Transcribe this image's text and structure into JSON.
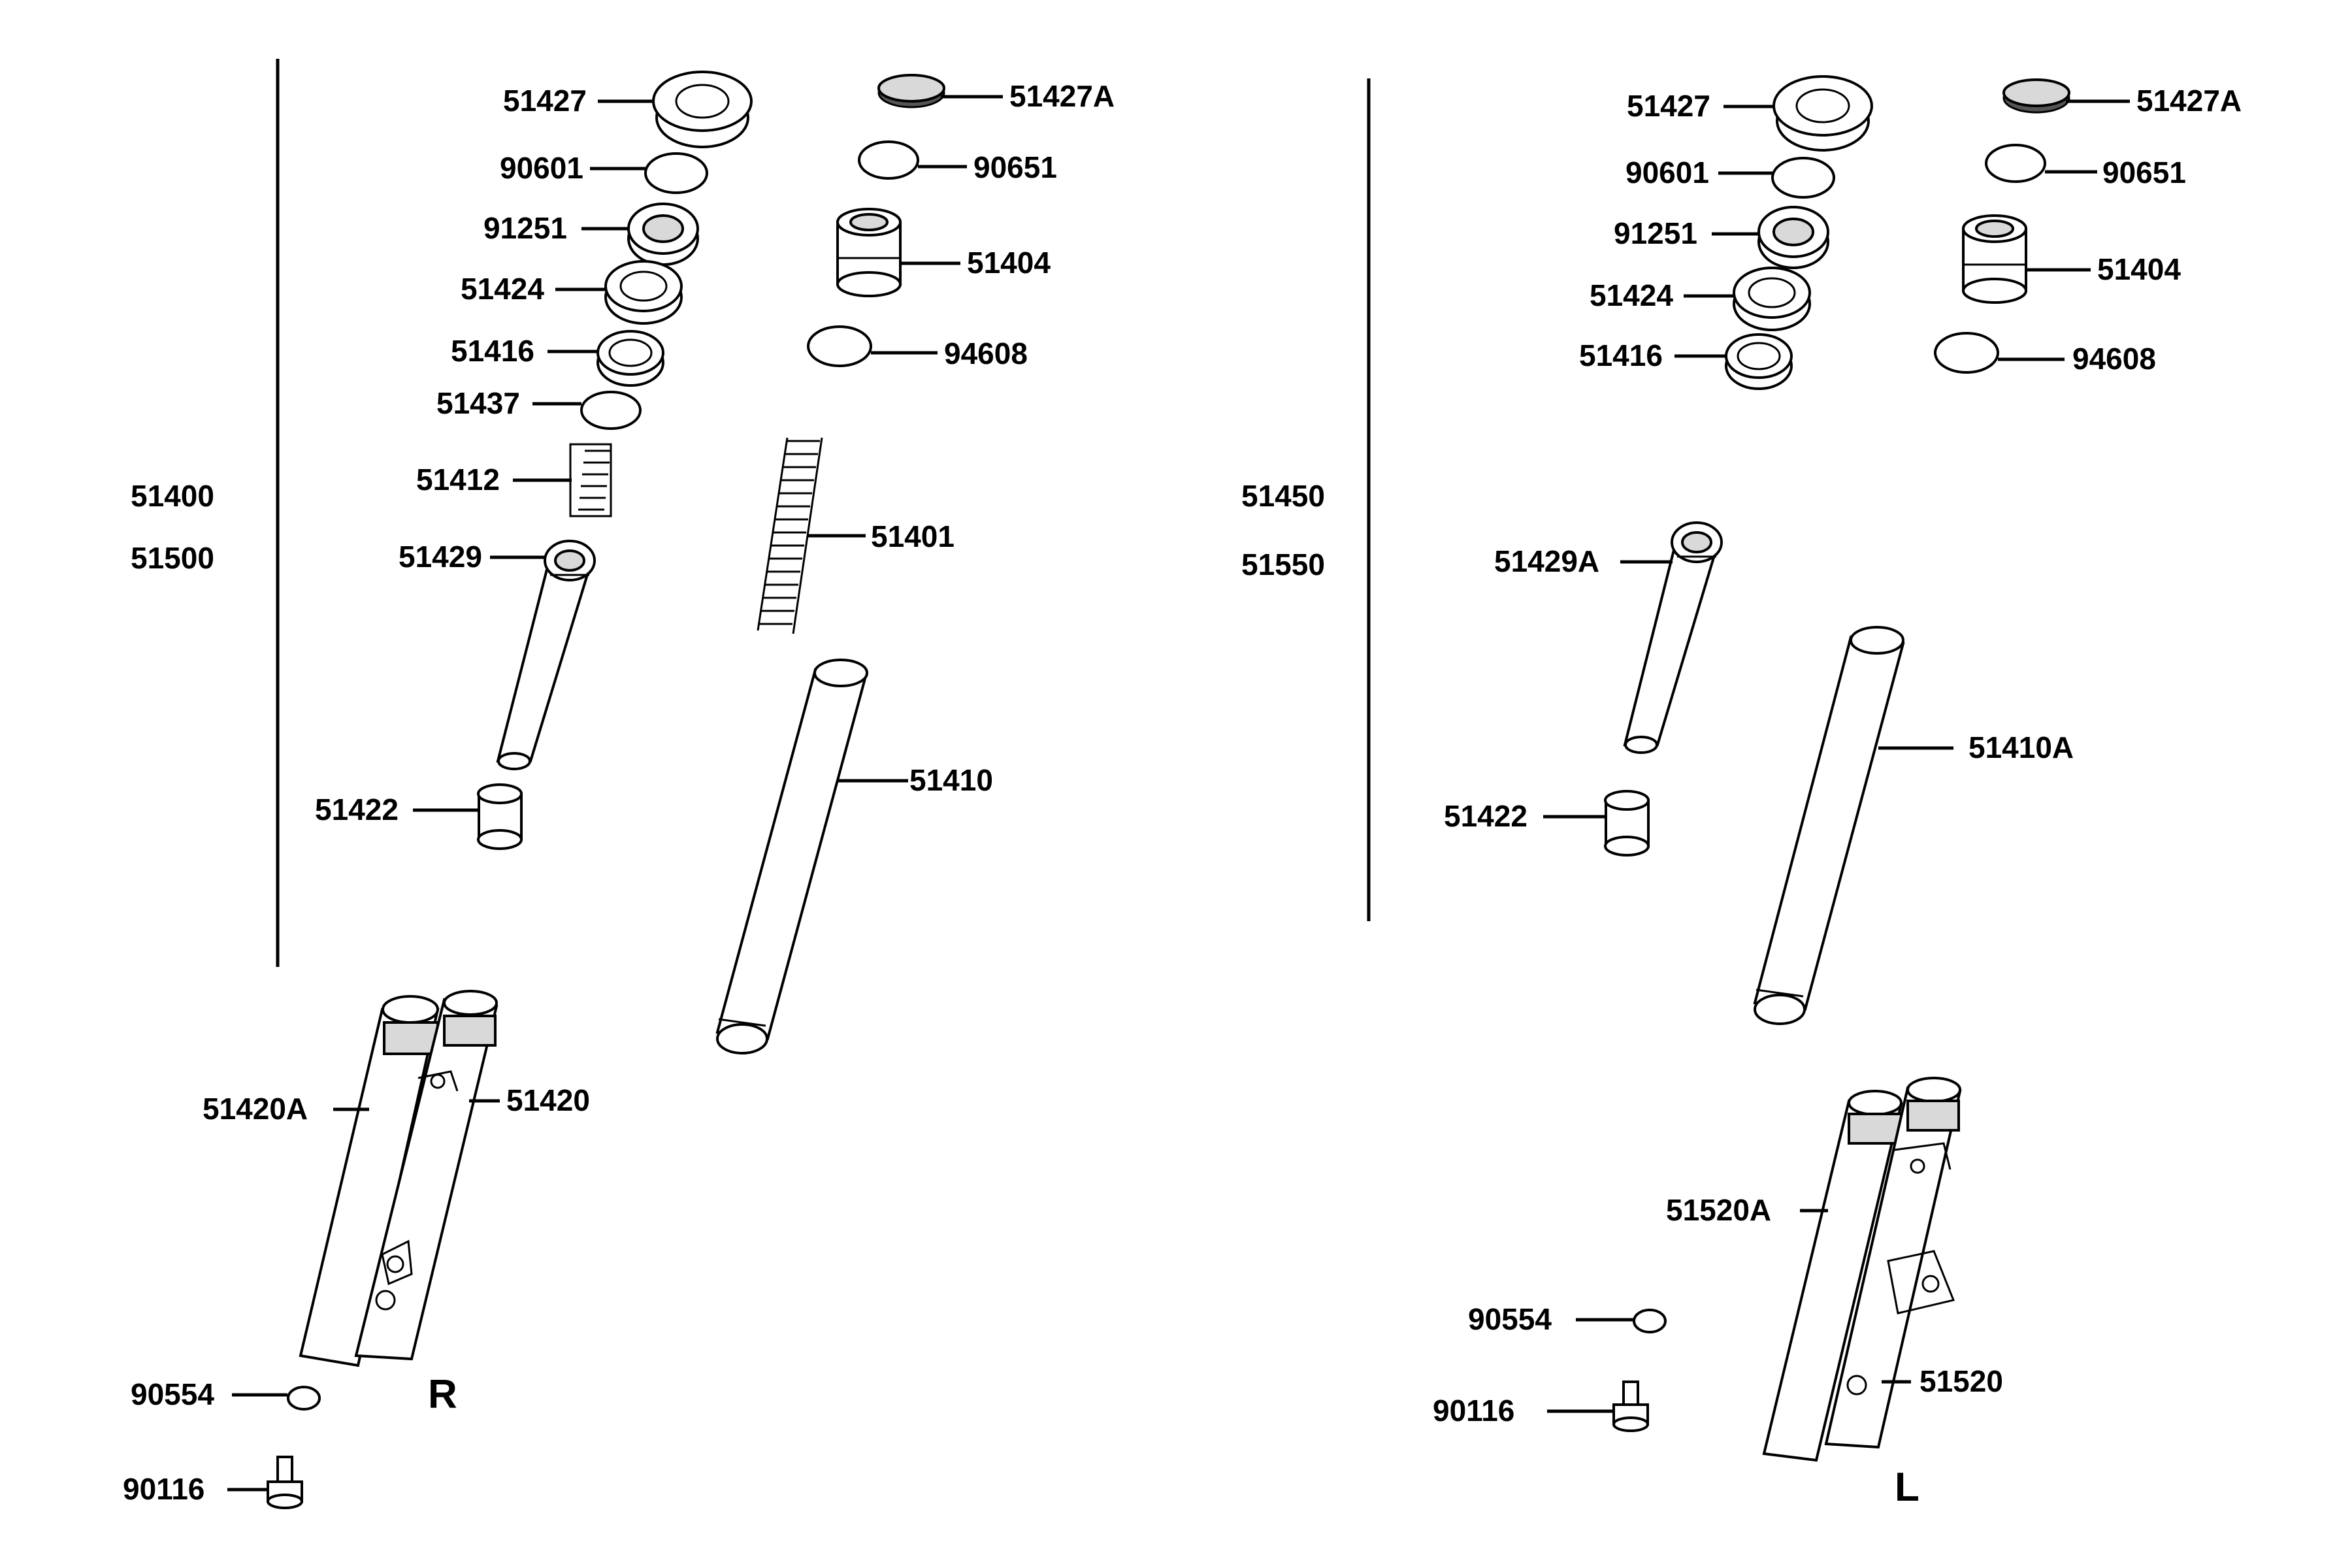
{
  "groups": [
    {
      "assembly_labels": [
        "51400",
        "51500"
      ],
      "side": "R"
    },
    {
      "assembly_labels": [
        "51450",
        "51550"
      ],
      "side": "L"
    }
  ],
  "left_labels": {
    "51427": "51427",
    "51427A": "51427A",
    "90601": "90601",
    "90651": "90651",
    "91251": "91251",
    "51404": "51404",
    "51424": "51424",
    "51416": "51416",
    "94608": "94608",
    "51437": "51437",
    "51412": "51412",
    "51401": "51401",
    "51429": "51429",
    "51410": "51410",
    "51422": "51422",
    "51420A": "51420A",
    "51420": "51420",
    "90554": "90554",
    "90116": "90116"
  },
  "right_labels": {
    "51427": "51427",
    "51427A": "51427A",
    "90601": "90601",
    "90651": "90651",
    "91251": "91251",
    "51404": "51404",
    "51424": "51424",
    "51416": "51416",
    "94608": "94608",
    "51429A": "51429A",
    "51410A": "51410A",
    "51422": "51422",
    "51520A": "51520A",
    "51520": "51520",
    "90554": "90554",
    "90116": "90116"
  }
}
